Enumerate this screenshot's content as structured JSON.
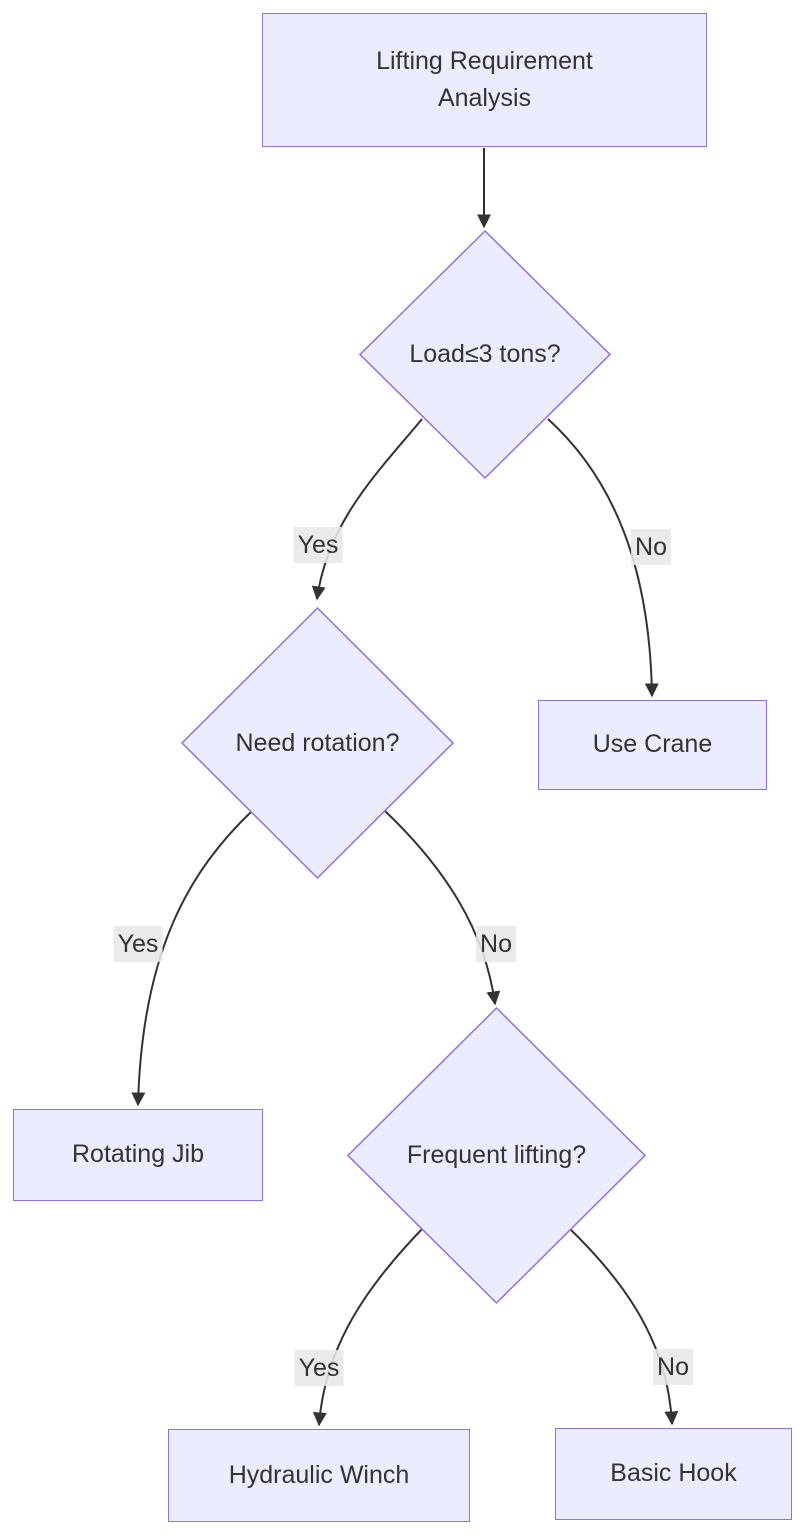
{
  "diagram": {
    "type": "flowchart",
    "direction": "top-down",
    "colors": {
      "node_fill": "#ECECFF",
      "node_border": "#9370DB",
      "edge_stroke": "#333333",
      "edge_label_bg": "#e8e8e8",
      "text": "#333333",
      "background": "#ffffff"
    },
    "nodes": {
      "analysis": {
        "shape": "rect",
        "label": "Lifting Requirement\nAnalysis"
      },
      "load": {
        "shape": "diamond",
        "label": "Load≤3 tons?"
      },
      "rotation": {
        "shape": "diamond",
        "label": "Need rotation?"
      },
      "use_crane": {
        "shape": "rect",
        "label": "Use Crane"
      },
      "rotating_jib": {
        "shape": "rect",
        "label": "Rotating Jib"
      },
      "frequent": {
        "shape": "diamond",
        "label": "Frequent lifting?"
      },
      "hydraulic_winch": {
        "shape": "rect",
        "label": "Hydraulic Winch"
      },
      "basic_hook": {
        "shape": "rect",
        "label": "Basic Hook"
      }
    },
    "edge_labels": {
      "load_yes": "Yes",
      "load_no": "No",
      "rotation_yes": "Yes",
      "rotation_no": "No",
      "frequent_yes": "Yes",
      "frequent_no": "No"
    },
    "edges": [
      {
        "from": "analysis",
        "to": "load",
        "label": ""
      },
      {
        "from": "load",
        "to": "rotation",
        "label": "Yes"
      },
      {
        "from": "load",
        "to": "use_crane",
        "label": "No"
      },
      {
        "from": "rotation",
        "to": "rotating_jib",
        "label": "Yes"
      },
      {
        "from": "rotation",
        "to": "frequent",
        "label": "No"
      },
      {
        "from": "frequent",
        "to": "hydraulic_winch",
        "label": "Yes"
      },
      {
        "from": "frequent",
        "to": "basic_hook",
        "label": "No"
      }
    ]
  }
}
